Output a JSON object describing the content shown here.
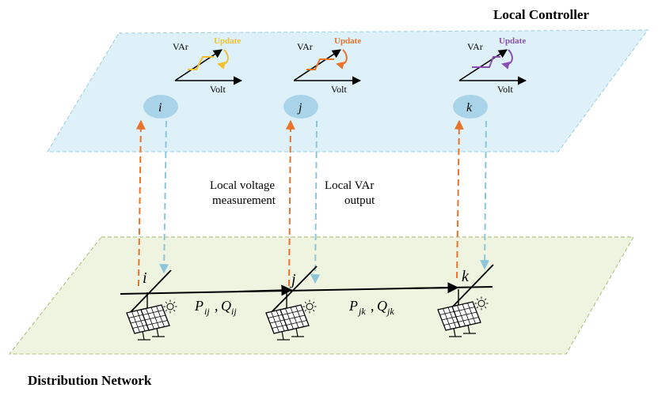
{
  "labels": {
    "top_plane": "Local Controller",
    "bottom_plane": "Distribution Network",
    "measurement": [
      "Local voltage",
      "measurement"
    ],
    "output": [
      "Local VAr",
      "output"
    ]
  },
  "controllers": [
    {
      "node": "i",
      "vaxis": "VAr",
      "haxis": "Volt",
      "update": "Update",
      "color": "#f2c12e"
    },
    {
      "node": "j",
      "vaxis": "VAr",
      "haxis": "Volt",
      "update": "Update",
      "color": "#e8732b"
    },
    {
      "node": "k",
      "vaxis": "VAr",
      "haxis": "Volt",
      "update": "Update",
      "color": "#8a4fb3"
    }
  ],
  "buses": [
    {
      "label": "i"
    },
    {
      "label": "j"
    },
    {
      "label": "k"
    }
  ],
  "flows": [
    {
      "P": "P",
      "Q": "Q",
      "sub": "ij",
      "sep": ","
    },
    {
      "P": "P",
      "Q": "Q",
      "sub": "jk",
      "sep": ","
    }
  ],
  "colors": {
    "top_plane_fill": "#dff1f8",
    "bottom_plane_fill": "#eef4df",
    "node_fill": "#a9d3e8",
    "measure_arrow": "#e8732b",
    "output_arrow": "#8cc6dc"
  }
}
